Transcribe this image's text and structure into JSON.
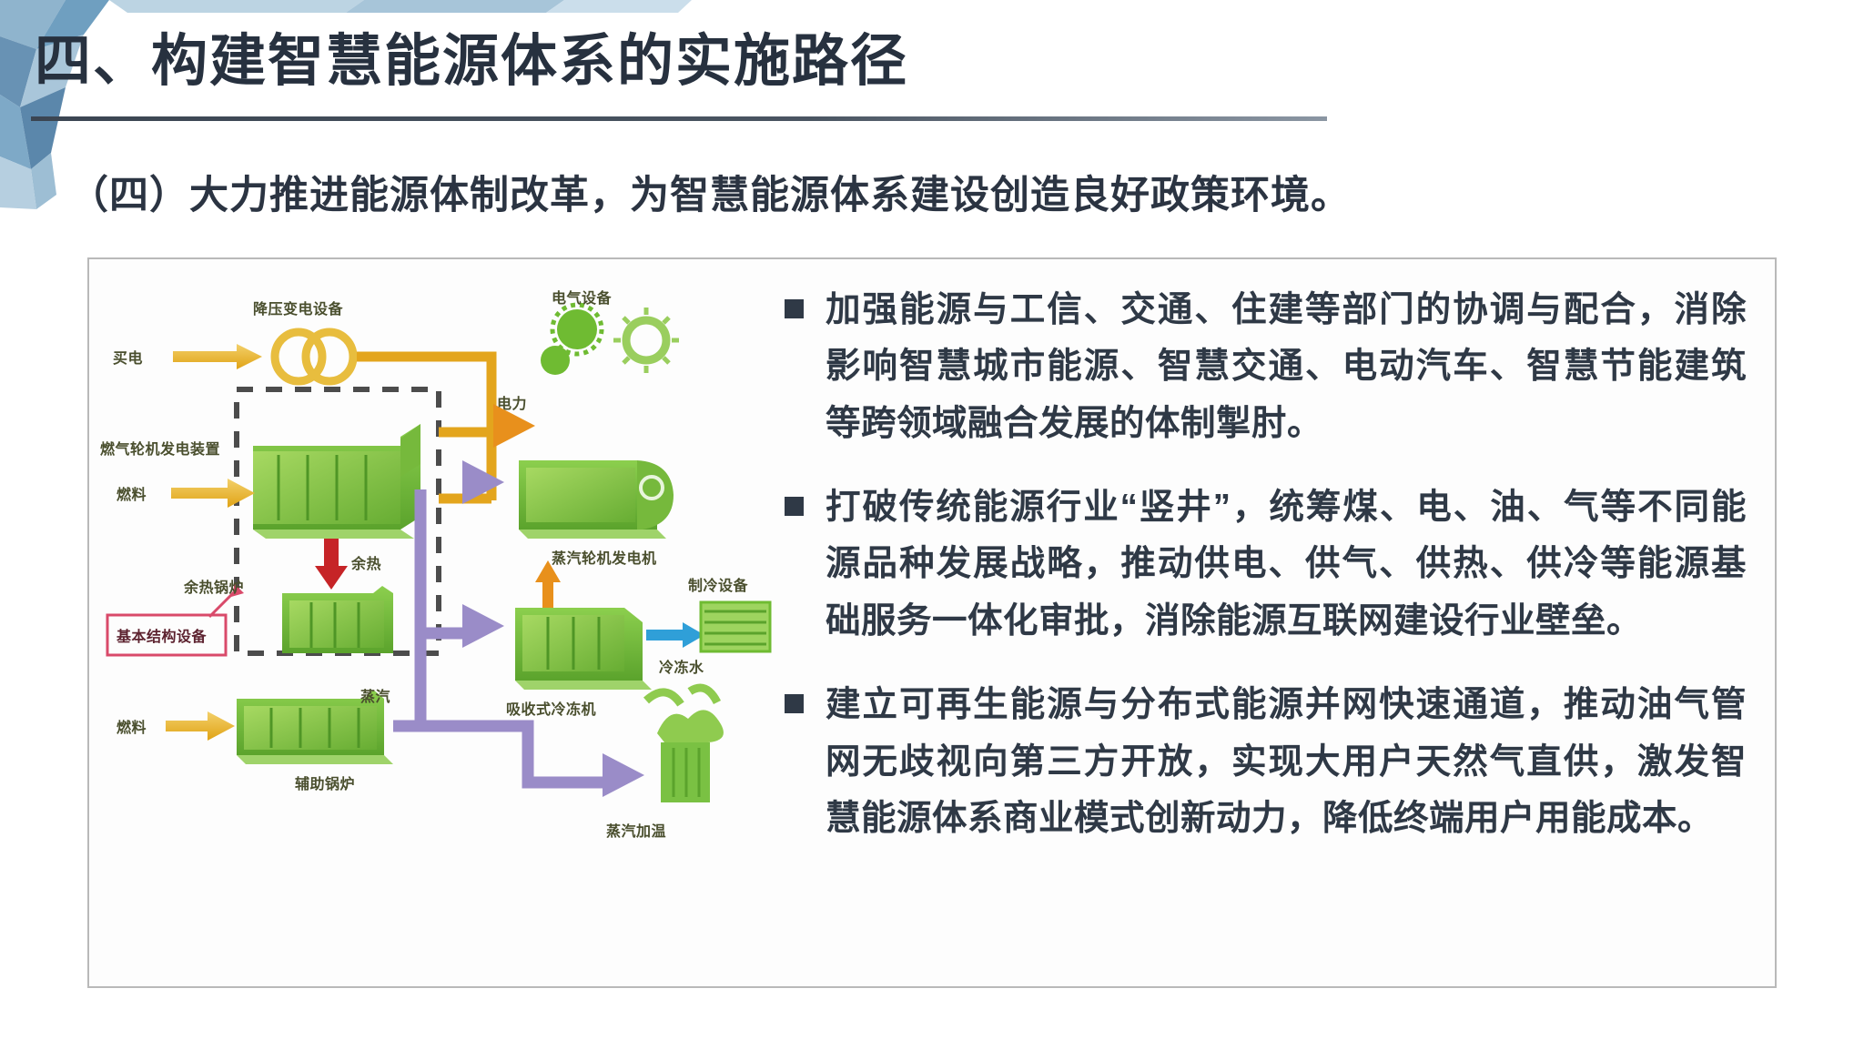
{
  "slide": {
    "title": "四、构建智慧能源体系的实施路径",
    "subtitle": "（四）大力推进能源体制改革，为智慧能源体系建设创造良好政策环境。"
  },
  "bullets": [
    {
      "marker": "square-bullet",
      "text": "加强能源与工信、交通、住建等部门的协调与配合，消除影响智慧城市能源、智慧交通、电动汽车、智慧节能建筑等跨领域融合发展的体制掣肘。"
    },
    {
      "marker": "square-bullet",
      "text": "打破传统能源行业“竖井”，统筹煤、电、油、气等不同能源品种发展战略，推动供电、供气、供热、供冷等能源基础服务一体化审批，消除能源互联网建设行业壁垒。"
    },
    {
      "marker": "square-bullet",
      "text": "建立可再生能源与分布式能源并网快速通道，推动油气管网无歧视向第三方开放，实现大用户天然气直供，激发智慧能源体系商业模式创新动力，降低终端用户用能成本。"
    }
  ],
  "diagram": {
    "name": "combined-cooling-heating-power-diagram",
    "labels": {
      "buy_power": "买电",
      "step_down_substation": "降压变电设备",
      "gas_turbine_genset": "燃气轮机发电装置",
      "fuel_1": "燃料",
      "waste_heat": "余热",
      "waste_heat_boiler": "余热锅炉",
      "basic_structure_equipment": "基本结构设备",
      "steam": "蒸汽",
      "electric_equipment": "电气设备",
      "electric_power": "电力",
      "steam_turbine_generator": "蒸汽轮机发电机",
      "refrigeration_equipment": "制冷设备",
      "chilled_water": "冷冻水",
      "absorption_chiller": "吸收式冷冻机",
      "steam_heating": "蒸汽加温",
      "auxiliary_boiler": "辅助锅炉",
      "fuel_2": "燃料"
    }
  },
  "colors": {
    "title_text": "#27313f",
    "bullet_text": "#2f3946",
    "frame_border": "#b9b9b9",
    "deco_blue": "#6f9fc0",
    "flow_yellow": "#e8b427",
    "flow_purple": "#9a8cc8",
    "flow_red": "#c62427",
    "flow_blue": "#2f9fd8",
    "equipment_green": "#7ac143",
    "callout_pink": "#d94a6a"
  }
}
